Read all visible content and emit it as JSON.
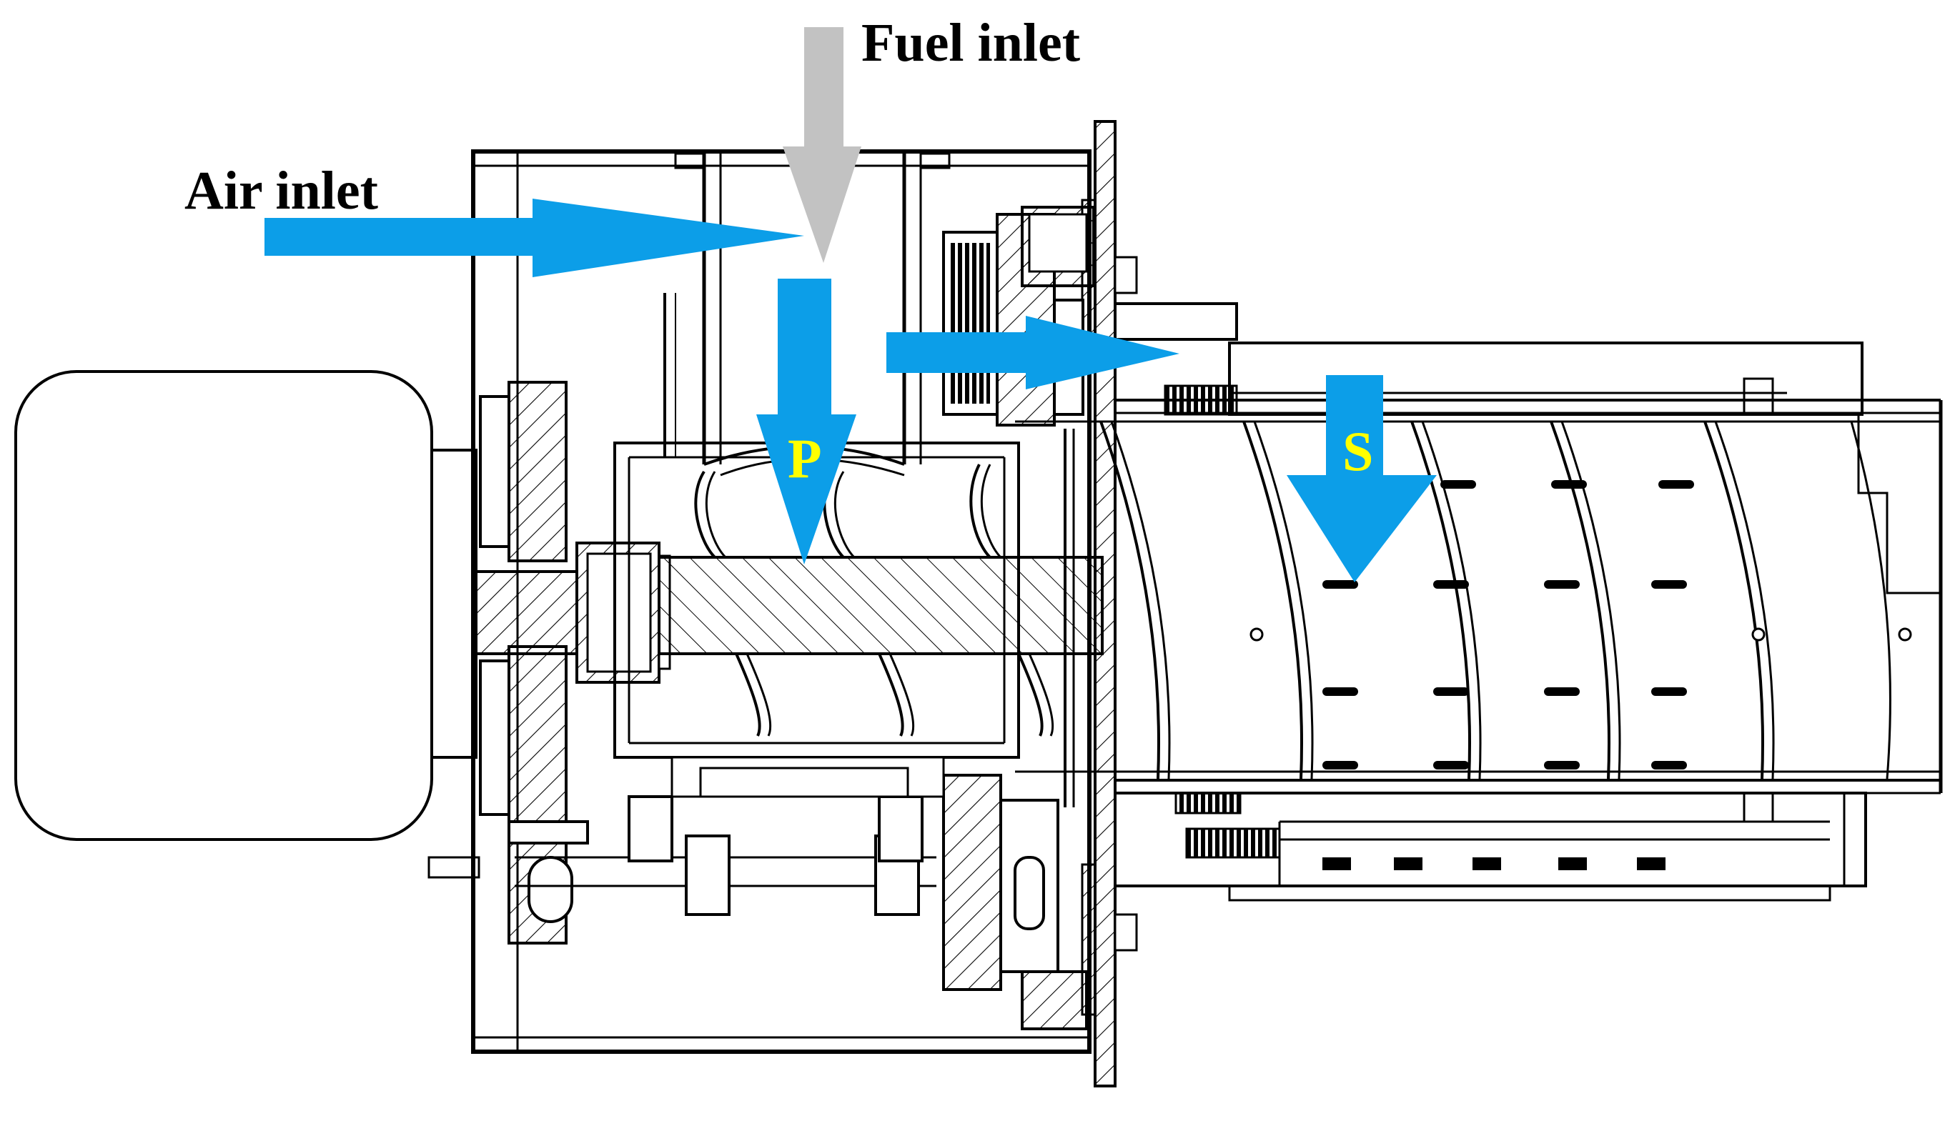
{
  "labels": {
    "fuel_inlet": "Fuel inlet",
    "air_inlet": "Air inlet",
    "primary_air": "P",
    "secondary_air": "S"
  },
  "colors": {
    "air_arrow": "#0c9ee8",
    "fuel_arrow": "#c2c2c2",
    "tag_text": "#ffff00",
    "line": "#000000",
    "background": "#ffffff"
  }
}
